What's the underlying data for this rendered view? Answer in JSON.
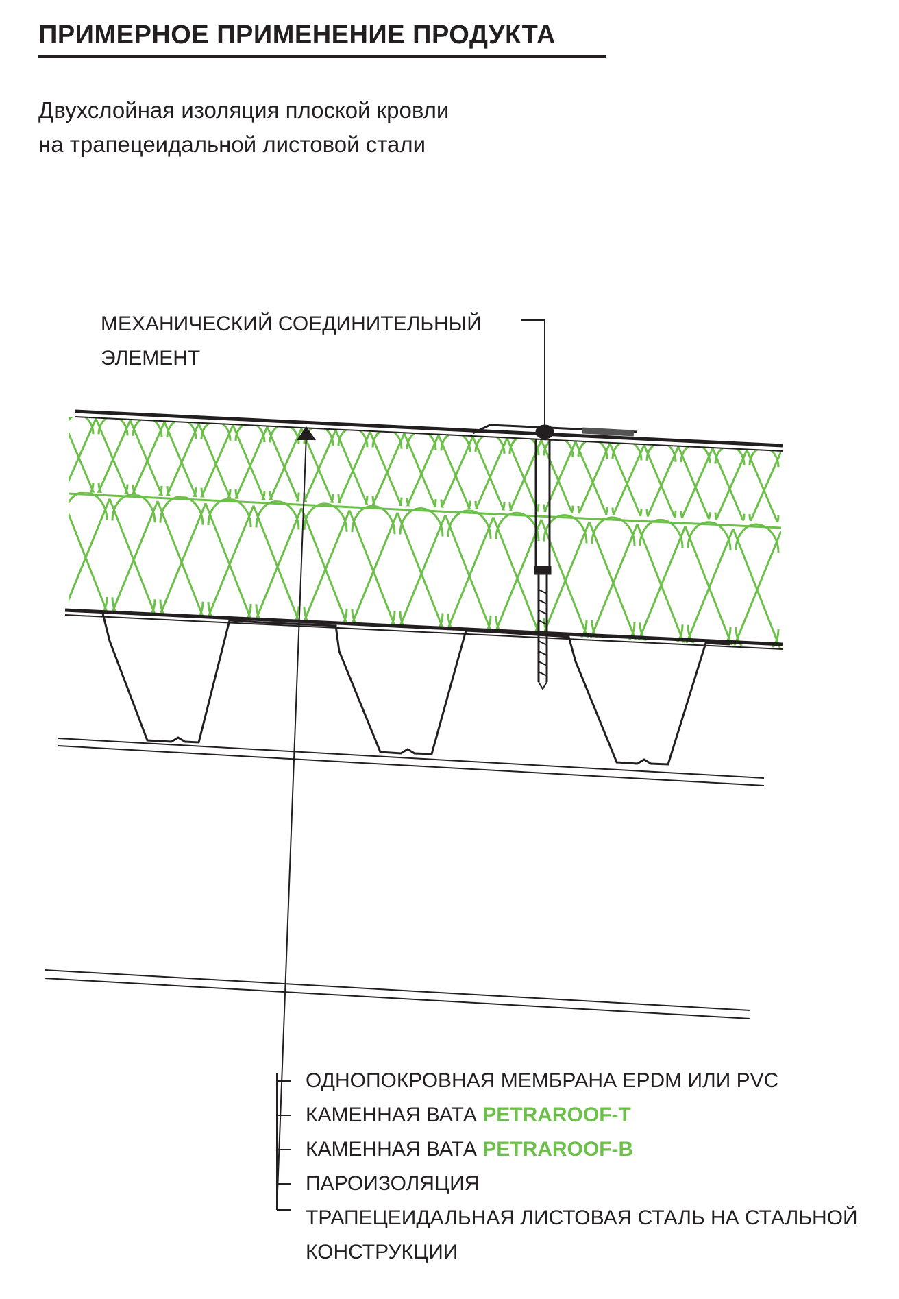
{
  "header": {
    "title": "ПРИМЕРНОЕ ПРИМЕНЕНИЕ ПРОДУКТА",
    "subtitle_line1": "Двухслойная изоляция плоской кровли",
    "subtitle_line2": "на трапецеидальной листовой стали"
  },
  "callout": {
    "line1": "МЕХАНИЧЕСКИЙ СОЕДИНИТЕЛЬНЫЙ",
    "line2": "ЭЛЕМЕНТ"
  },
  "legend": [
    {
      "text": "ОДНОПОКРОВНАЯ МЕМБРАНА EPDM ИЛИ PVC",
      "product": ""
    },
    {
      "text": "КАМЕННАЯ ВАТА ",
      "product": "PETRAROOF-T"
    },
    {
      "text": "КАМЕННАЯ ВАТА ",
      "product": "PETRAROOF-B"
    },
    {
      "text": "ПАРОИЗОЛЯЦИЯ",
      "product": ""
    },
    {
      "text": "ТРАПЕЦЕИДАЛЬНАЯ ЛИСТОВАЯ СТАЛЬ НА СТАЛЬНОЙ",
      "product": ""
    },
    {
      "text": "КОНСТРУКЦИИ",
      "product": ""
    }
  ],
  "colors": {
    "insulation": "#6cc04a",
    "line": "#231f20"
  }
}
